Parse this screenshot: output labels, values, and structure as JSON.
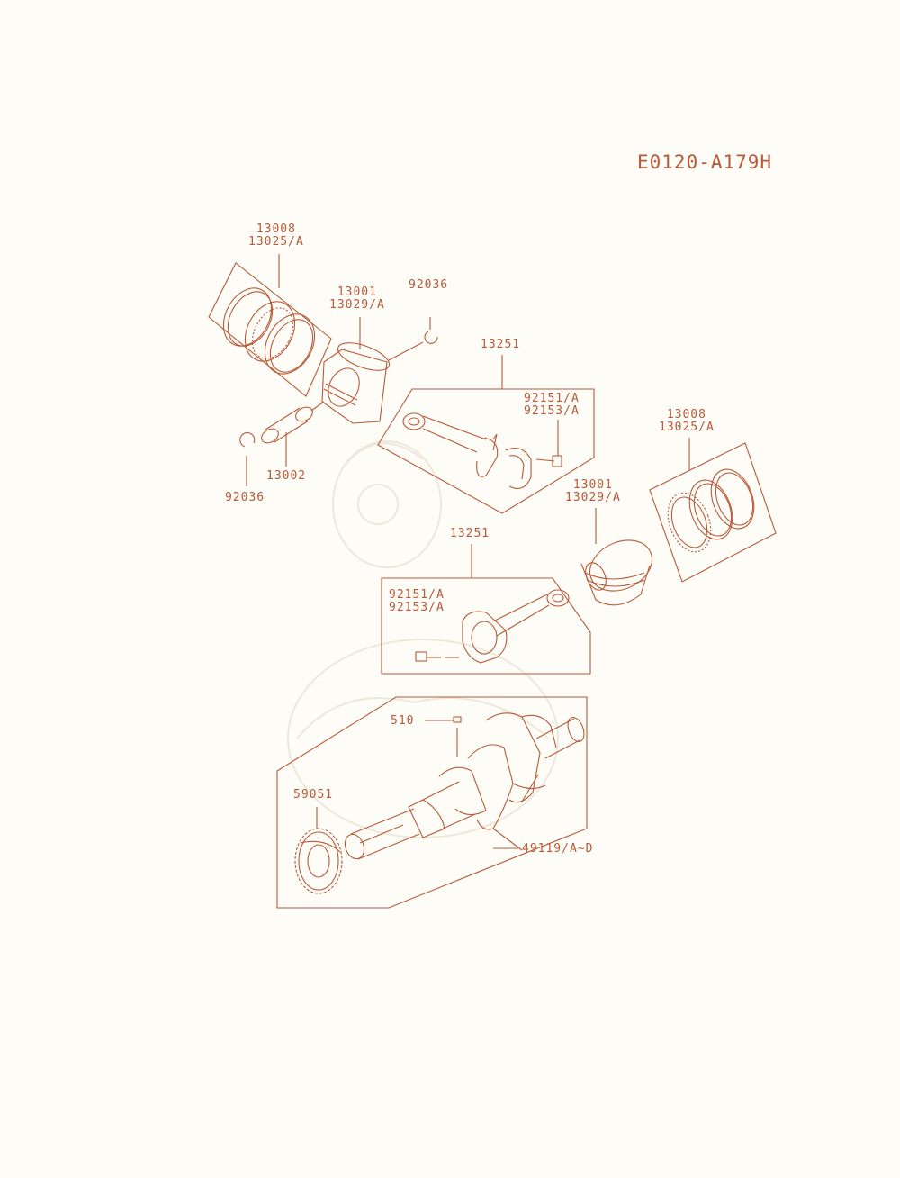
{
  "diagram_id": "E0120-A179H",
  "colors": {
    "line": "#b85a3a",
    "background": "#fdfcf6",
    "watermark": "#eee8dc"
  },
  "labels": {
    "rings_left_a": "13008",
    "rings_left_b": "13025/A",
    "piston_left_a": "13001",
    "piston_left_b": "13029/A",
    "clip_top": "92036",
    "rod_top": "13251",
    "bolt_top_a": "92151/A",
    "bolt_top_b": "92153/A",
    "pin": "13002",
    "clip_bottom": "92036",
    "rings_right_a": "13008",
    "rings_right_b": "13025/A",
    "piston_right_a": "13001",
    "piston_right_b": "13029/A",
    "rod_bottom": "13251",
    "bolt_bottom_a": "92151/A",
    "bolt_bottom_b": "92153/A",
    "key": "510",
    "gear": "59051",
    "crankshaft": "49119/A~D"
  }
}
